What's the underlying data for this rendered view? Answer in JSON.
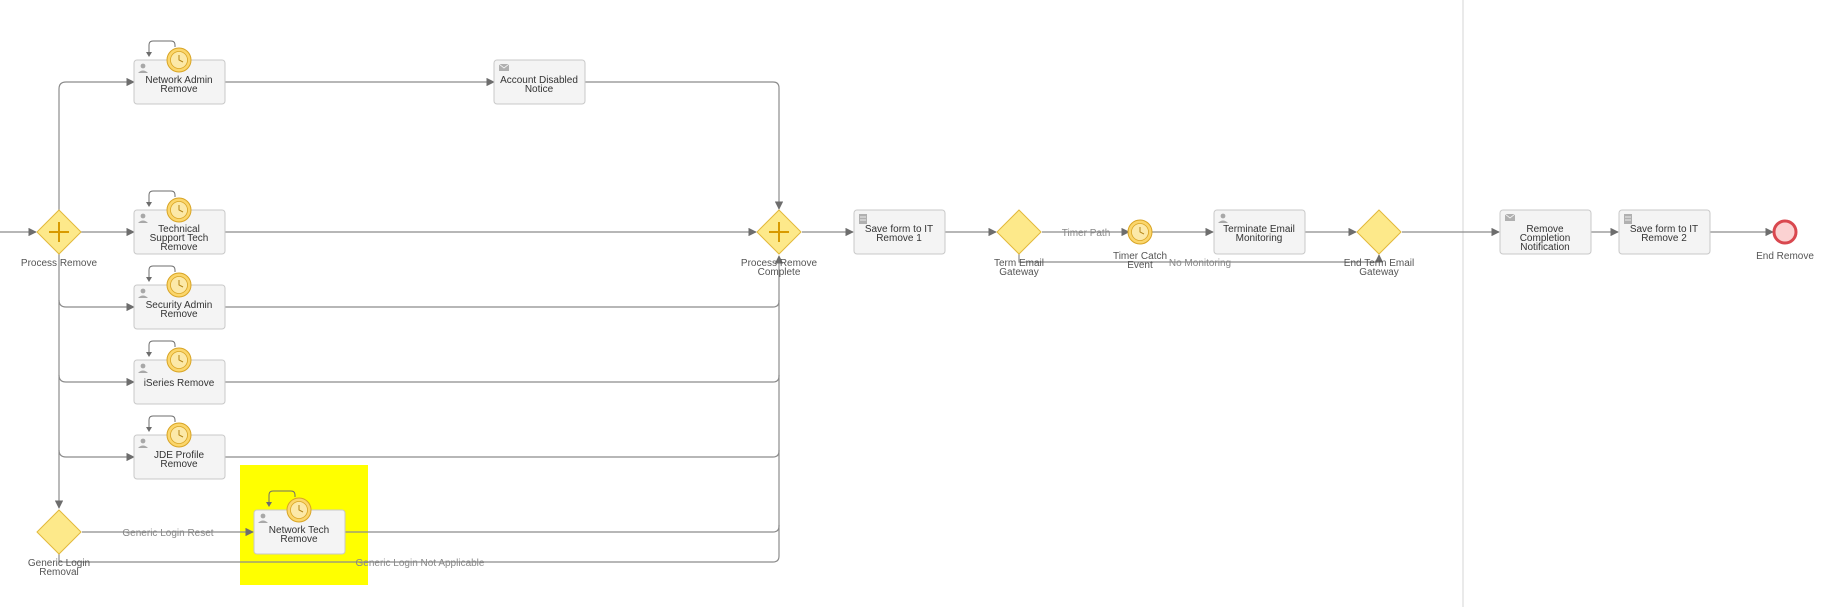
{
  "diagram": {
    "gateways": {
      "process_remove": "Process Remove",
      "process_remove_complete": [
        "Process Remove",
        "Complete"
      ],
      "term_email_gateway": [
        "Term Email",
        "Gateway"
      ],
      "end_term_email_gateway": [
        "End Term Email",
        "Gateway"
      ],
      "generic_login_removal": [
        "Generic Login",
        "Removal"
      ]
    },
    "tasks": {
      "network_admin_remove": [
        "Network Admin",
        "Remove"
      ],
      "account_disabled_notice": [
        "Account Disabled",
        "Notice"
      ],
      "technical_support_tech_remove": [
        "Technical",
        "Support Tech",
        "Remove"
      ],
      "security_admin_remove": [
        "Security Admin",
        "Remove"
      ],
      "iseries_remove": [
        "iSeries Remove"
      ],
      "jde_profile_remove": [
        "JDE Profile",
        "Remove"
      ],
      "network_tech_remove": [
        "Network Tech",
        "Remove"
      ],
      "save_form_it_remove_1": [
        "Save form to IT",
        "Remove 1"
      ],
      "terminate_email_monitoring": [
        "Terminate Email",
        "Monitoring"
      ],
      "remove_completion_notification": [
        "Remove",
        "Completion",
        "Notification"
      ],
      "save_form_it_remove_2": [
        "Save form to IT",
        "Remove 2"
      ]
    },
    "events": {
      "timer_catch_event": [
        "Timer Catch",
        "Event"
      ],
      "end_remove": "End Remove"
    },
    "flow_labels": {
      "timer_path": "Timer Path",
      "no_monitoring": "No Monitoring",
      "generic_login_reset": "Generic Login Reset",
      "generic_login_not_applicable": "Generic Login Not Applicable"
    },
    "colors": {
      "gateway_fill": "#fde98a",
      "timer_fill": "#fbd66b",
      "end_event_stroke": "#d9484f",
      "highlight": "#ffff00",
      "task_fill": "#f4f4f4",
      "edge": "#8c8c8c"
    }
  }
}
